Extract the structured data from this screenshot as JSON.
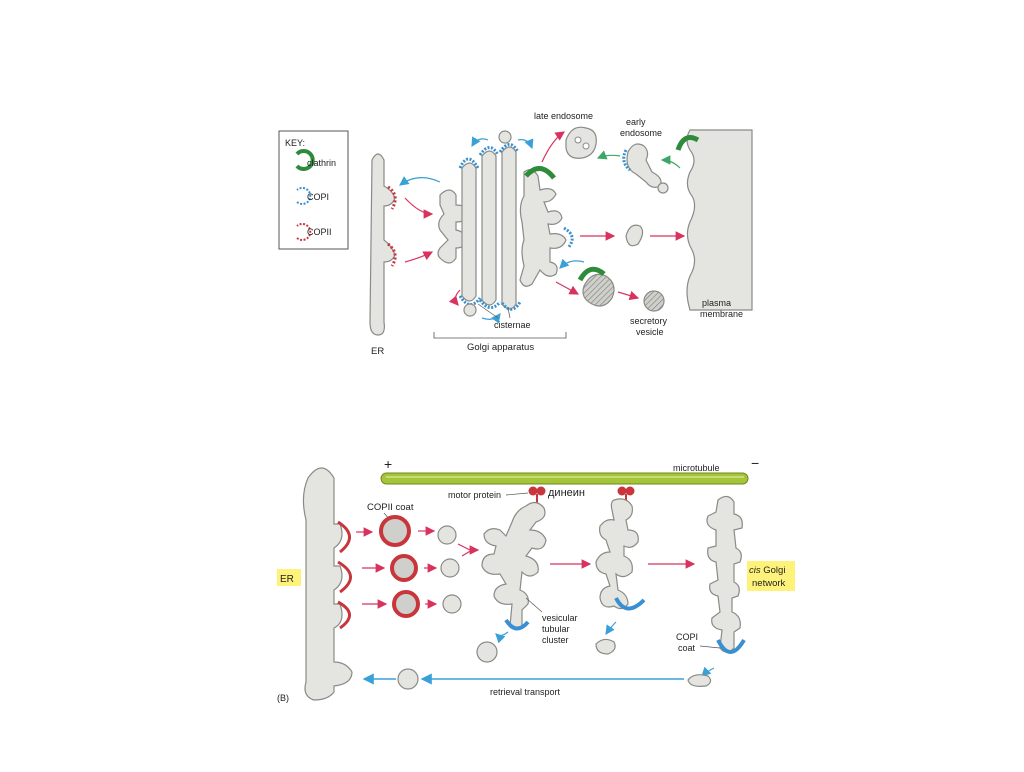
{
  "panel_a": {
    "key": {
      "title": "KEY:",
      "items": [
        {
          "label": "clathrin",
          "color": "#2e8b3a"
        },
        {
          "label": "COPI",
          "color": "#3a8fd0"
        },
        {
          "label": "COPII",
          "color": "#c8363c"
        }
      ]
    },
    "labels": {
      "er": "ER",
      "golgi_apparatus": "Golgi apparatus",
      "cisternae": "cisternae",
      "late_endosome": "late endosome",
      "early_endosome_1": "early",
      "early_endosome_2": "endosome",
      "secretory_1": "secretory",
      "secretory_2": "vesicle",
      "plasma_1": "plasma",
      "plasma_2": "membrane"
    }
  },
  "panel_b": {
    "plus": "+",
    "minus": "−",
    "microtubule": "microtubule",
    "motor_protein": "motor protein",
    "dynein": "динеин",
    "copii_coat": "COPII coat",
    "er": "ER",
    "cis_golgi_1": "cis",
    "cis_golgi_1b": " Golgi",
    "cis_golgi_2": "network",
    "vtc_1": "vesicular",
    "vtc_2": "tubular",
    "vtc_3": "cluster",
    "copi_1": "COPI",
    "copi_2": "coat",
    "retrieval": "retrieval transport",
    "panel_letter": "(B)"
  },
  "colors": {
    "membrane_fill": "#e4e4e0",
    "membrane_stroke": "#8a8a86",
    "clathrin": "#2e8b3a",
    "copi": "#3a8fd0",
    "copii": "#c8363c",
    "forward_arrow": "#d8335e",
    "retrograde_arrow": "#3aa0d8",
    "endocytic_arrow": "#3aa864",
    "microtubule": "#a6c43a",
    "label_bg": "#fff27a"
  }
}
